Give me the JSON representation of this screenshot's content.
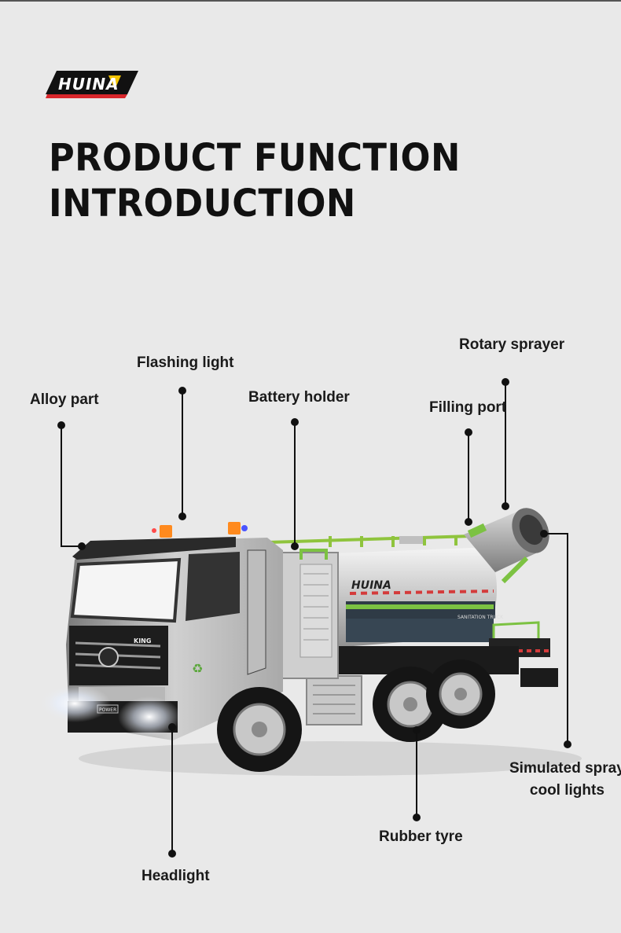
{
  "brand": {
    "logo_text": "HUINA"
  },
  "page_title": {
    "line1": "PRODUCT FUNCTION",
    "line2": "INTRODUCTION"
  },
  "truck": {
    "tank_brand": "HUINA",
    "cab_badge": "KING",
    "plate_text": "POWER",
    "tank_caption": "SANITATION TRUCK"
  },
  "callouts": {
    "rotary_sprayer": "Rotary sprayer",
    "flashing_light": "Flashing light",
    "alloy_part": "Alloy part",
    "battery_holder": "Battery holder",
    "filling_port": "Filling port",
    "simulated_spray_line1": "Simulated spray",
    "simulated_spray_line2": "cool lights",
    "rubber_tyre": "Rubber tyre",
    "headlight": "Headlight"
  }
}
